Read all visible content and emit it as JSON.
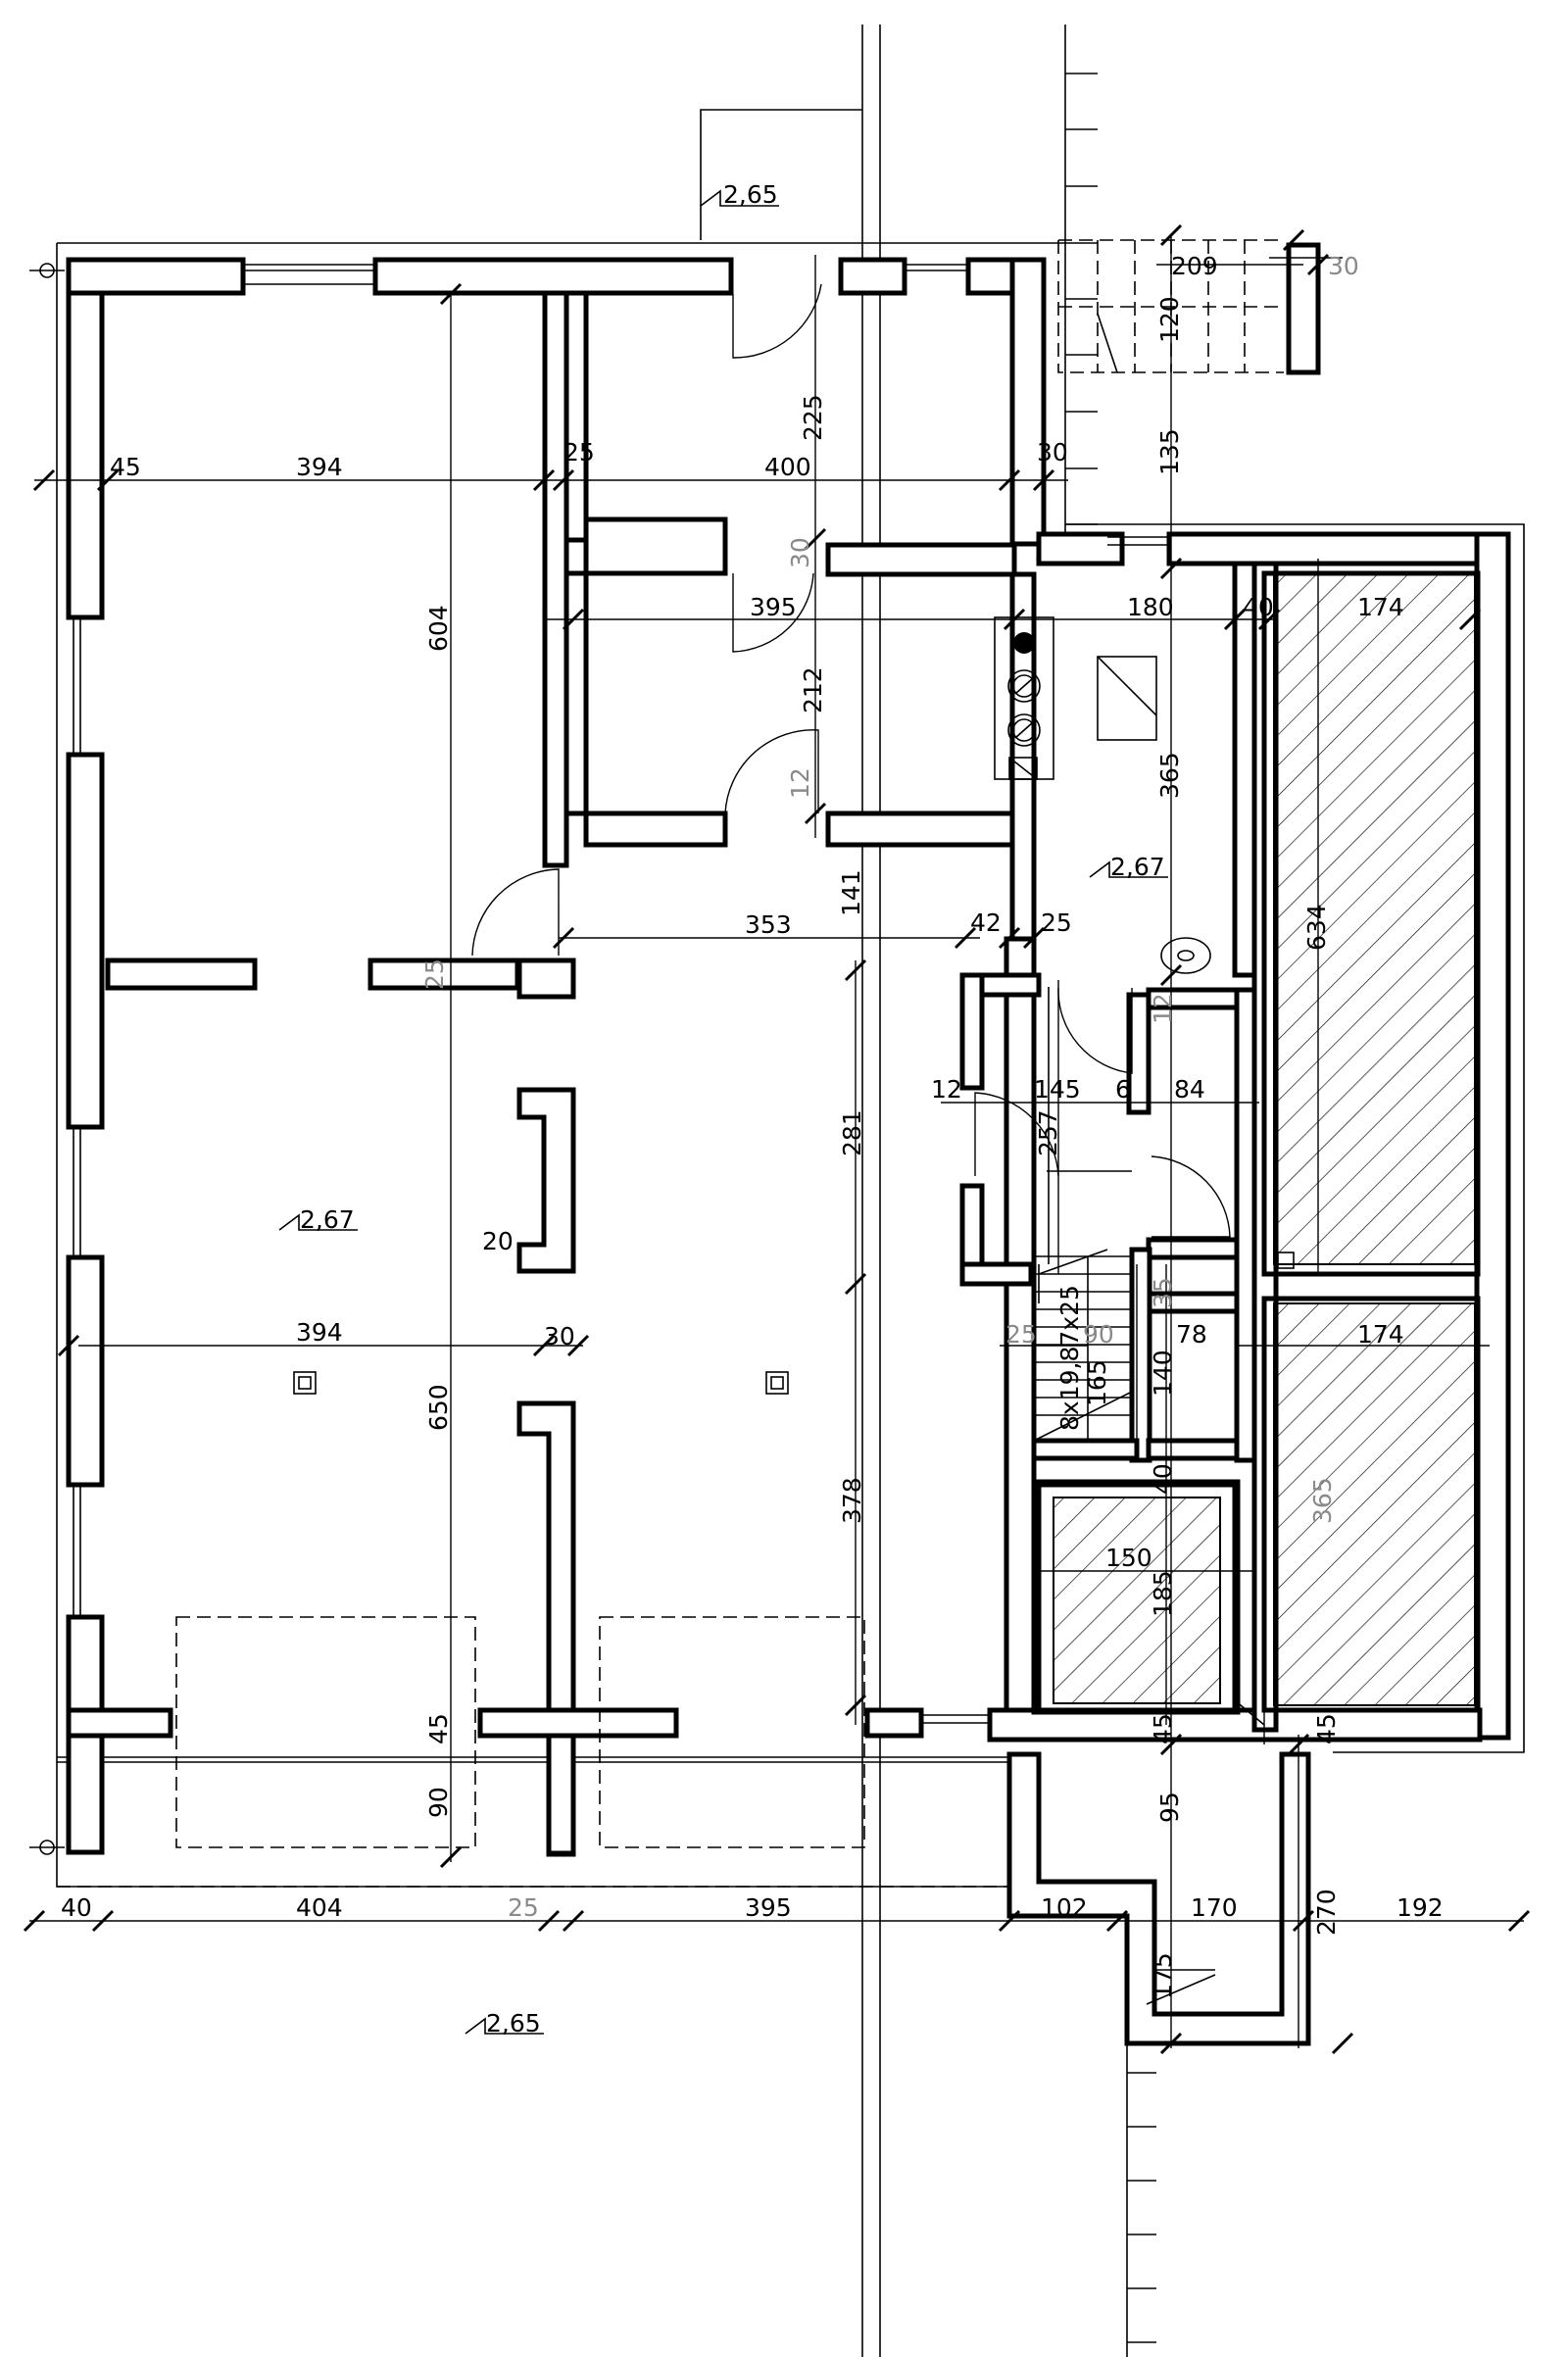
{
  "dims": {
    "h1": [
      "45",
      "394",
      "25",
      "400",
      "30"
    ],
    "upper_room_v": "225",
    "stair_top": [
      "209",
      "30",
      "120",
      "135"
    ],
    "mid_h": [
      "395",
      "180",
      "40",
      "174"
    ],
    "mid_v": [
      "604",
      "212",
      "365",
      "634"
    ],
    "small_grey": [
      "30",
      "12",
      "25",
      "12",
      "35",
      "25",
      "40"
    ],
    "hall": [
      "353",
      "141",
      "42",
      "25"
    ],
    "bath": [
      "12",
      "145",
      "6",
      "84",
      "257"
    ],
    "stair_mid": [
      "8x19,87x25",
      "90",
      "165",
      "78",
      "140",
      "174",
      "365"
    ],
    "big_room": [
      "394",
      "30",
      "20",
      "650",
      "281",
      "378"
    ],
    "lower": [
      "150",
      "185",
      "45",
      "45",
      "45",
      "95",
      "90",
      "270",
      "175",
      "170",
      "192"
    ],
    "bottom": [
      "40",
      "404",
      "25",
      "395",
      "102"
    ]
  },
  "levels": {
    "top": "2,65",
    "stair_landing": "2,67",
    "main_room": "2,67",
    "bottom": "2,65"
  }
}
